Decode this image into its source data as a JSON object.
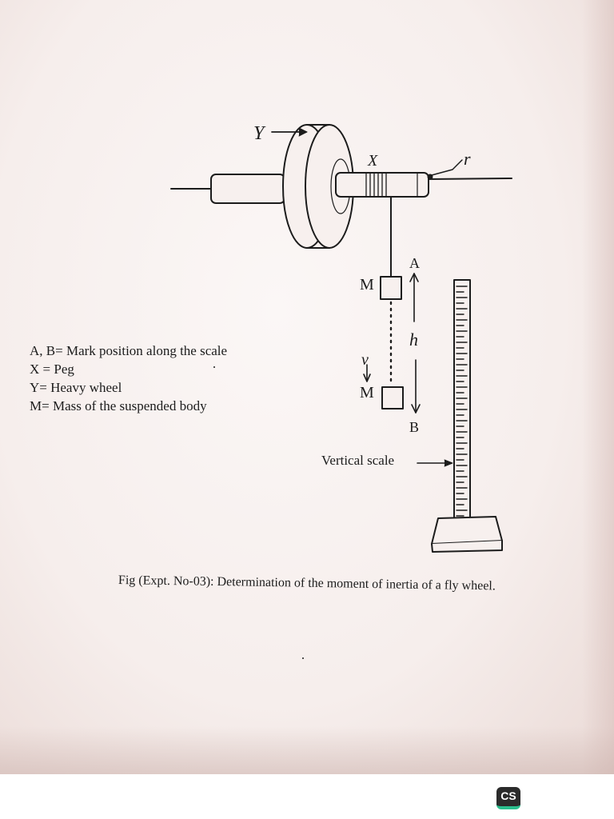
{
  "diagram": {
    "labels": {
      "wheel": "Y",
      "peg": "X",
      "radius": "r",
      "mark_a": "A",
      "mark_b": "B",
      "height": "h",
      "velocity": "v",
      "mass_top": "M",
      "mass_bottom": "M"
    }
  },
  "legend": [
    "A, B= Mark position along the scale",
    "X = Peg",
    "Y= Heavy wheel",
    "M= Mass of the suspended body"
  ],
  "scale_label": "Vertical scale",
  "caption": "Fig (Expt. No-03): Determination of the moment of inertia of a fly wheel.",
  "watermark": "CS",
  "colors": {
    "ink": "#1c1c1c",
    "paper": "#f8f2f0",
    "logo_accent": "#2bbf8e"
  }
}
